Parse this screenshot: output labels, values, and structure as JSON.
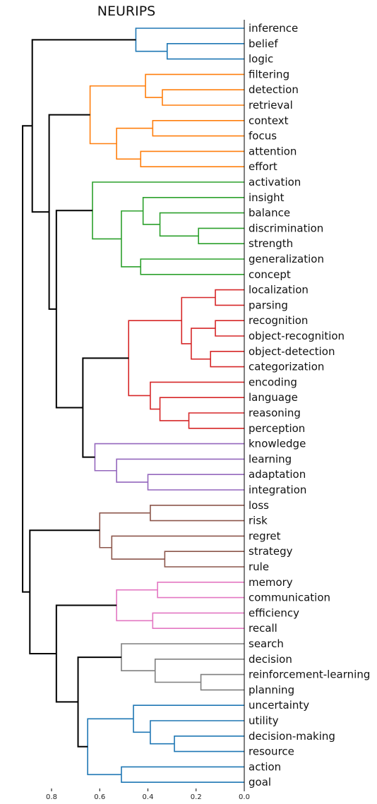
{
  "chart_data": {
    "type": "dendrogram",
    "title": "NEURIPS",
    "orientation": "left",
    "xlim": [
      0.88,
      0.0
    ],
    "xticks": [
      0.8,
      0.6,
      0.4,
      0.2,
      0.0
    ],
    "xtick_labels": [
      "0.8",
      "0.6",
      "0.4",
      "0.2",
      "0.0"
    ],
    "grid": false,
    "leaves": [
      "inference",
      "belief",
      "logic",
      "filtering",
      "detection",
      "retrieval",
      "context",
      "focus",
      "attention",
      "effort",
      "activation",
      "insight",
      "balance",
      "discrimination",
      "strength",
      "generalization",
      "concept",
      "localization",
      "parsing",
      "recognition",
      "object-recognition",
      "object-detection",
      "categorization",
      "encoding",
      "language",
      "reasoning",
      "perception",
      "knowledge",
      "learning",
      "adaptation",
      "integration",
      "loss",
      "risk",
      "regret",
      "strategy",
      "rule",
      "memory",
      "communication",
      "efficiency",
      "recall",
      "search",
      "decision",
      "reinforcement-learning",
      "planning",
      "uncertainty",
      "utility",
      "decision-making",
      "resource",
      "action",
      "goal"
    ],
    "colors": {
      "blue": "#1f77b4",
      "orange": "#ff7f0e",
      "green": "#2ca02c",
      "red": "#d62728",
      "purple": "#9467bd",
      "brown": "#8c564b",
      "pink": "#e377c2",
      "gray": "#7f7f7f",
      "link": "#000000"
    },
    "merges": [
      {
        "id": "m1",
        "a": "belief",
        "b": "logic",
        "h": 0.32,
        "color": "blue"
      },
      {
        "id": "m2",
        "a": "inference",
        "b": "m1",
        "h": 0.45,
        "color": "blue"
      },
      {
        "id": "m3",
        "a": "detection",
        "b": "retrieval",
        "h": 0.34,
        "color": "orange"
      },
      {
        "id": "m4",
        "a": "filtering",
        "b": "m3",
        "h": 0.41,
        "color": "orange"
      },
      {
        "id": "m5",
        "a": "context",
        "b": "focus",
        "h": 0.38,
        "color": "orange"
      },
      {
        "id": "m6",
        "a": "attention",
        "b": "effort",
        "h": 0.43,
        "color": "orange"
      },
      {
        "id": "m7",
        "a": "m5",
        "b": "m6",
        "h": 0.53,
        "color": "orange"
      },
      {
        "id": "m8",
        "a": "m4",
        "b": "m7",
        "h": 0.64,
        "color": "orange"
      },
      {
        "id": "m9",
        "a": "discrimination",
        "b": "strength",
        "h": 0.19,
        "color": "green"
      },
      {
        "id": "m10",
        "a": "balance",
        "b": "m9",
        "h": 0.35,
        "color": "green"
      },
      {
        "id": "m11",
        "a": "insight",
        "b": "m10",
        "h": 0.42,
        "color": "green"
      },
      {
        "id": "m12",
        "a": "generalization",
        "b": "concept",
        "h": 0.43,
        "color": "green"
      },
      {
        "id": "m13",
        "a": "m11",
        "b": "m12",
        "h": 0.51,
        "color": "green"
      },
      {
        "id": "m14",
        "a": "activation",
        "b": "m13",
        "h": 0.63,
        "color": "green"
      },
      {
        "id": "m15",
        "a": "localization",
        "b": "parsing",
        "h": 0.12,
        "color": "red"
      },
      {
        "id": "m16",
        "a": "recognition",
        "b": "object-recognition",
        "h": 0.12,
        "color": "red"
      },
      {
        "id": "m17",
        "a": "object-detection",
        "b": "categorization",
        "h": 0.14,
        "color": "red"
      },
      {
        "id": "m18",
        "a": "m16",
        "b": "m17",
        "h": 0.22,
        "color": "red"
      },
      {
        "id": "m19",
        "a": "m15",
        "b": "m18",
        "h": 0.26,
        "color": "red"
      },
      {
        "id": "m20",
        "a": "reasoning",
        "b": "perception",
        "h": 0.23,
        "color": "red"
      },
      {
        "id": "m21",
        "a": "language",
        "b": "m20",
        "h": 0.35,
        "color": "red"
      },
      {
        "id": "m22",
        "a": "encoding",
        "b": "m21",
        "h": 0.39,
        "color": "red"
      },
      {
        "id": "m23",
        "a": "m19",
        "b": "m22",
        "h": 0.48,
        "color": "red"
      },
      {
        "id": "m24",
        "a": "adaptation",
        "b": "integration",
        "h": 0.4,
        "color": "purple"
      },
      {
        "id": "m25",
        "a": "learning",
        "b": "m24",
        "h": 0.53,
        "color": "purple"
      },
      {
        "id": "m26",
        "a": "knowledge",
        "b": "m25",
        "h": 0.62,
        "color": "purple"
      },
      {
        "id": "m27",
        "a": "m23",
        "b": "m26",
        "h": 0.67,
        "color": "link"
      },
      {
        "id": "m28",
        "a": "m14",
        "b": "m27",
        "h": 0.78,
        "color": "link"
      },
      {
        "id": "m29",
        "a": "m8",
        "b": "m28",
        "h": 0.81,
        "color": "link"
      },
      {
        "id": "m30",
        "a": "m2",
        "b": "m29",
        "h": 0.88,
        "color": "link"
      },
      {
        "id": "m31",
        "a": "loss",
        "b": "risk",
        "h": 0.39,
        "color": "brown"
      },
      {
        "id": "m32",
        "a": "strategy",
        "b": "rule",
        "h": 0.33,
        "color": "brown"
      },
      {
        "id": "m33",
        "a": "regret",
        "b": "m32",
        "h": 0.55,
        "color": "brown"
      },
      {
        "id": "m34",
        "a": "m31",
        "b": "m33",
        "h": 0.6,
        "color": "brown"
      },
      {
        "id": "m35",
        "a": "memory",
        "b": "communication",
        "h": 0.36,
        "color": "pink"
      },
      {
        "id": "m36",
        "a": "efficiency",
        "b": "recall",
        "h": 0.38,
        "color": "pink"
      },
      {
        "id": "m37",
        "a": "m35",
        "b": "m36",
        "h": 0.53,
        "color": "pink"
      },
      {
        "id": "m38",
        "a": "reinforcement-learning",
        "b": "planning",
        "h": 0.18,
        "color": "gray"
      },
      {
        "id": "m39",
        "a": "decision",
        "b": "m38",
        "h": 0.37,
        "color": "gray"
      },
      {
        "id": "m40",
        "a": "search",
        "b": "m39",
        "h": 0.51,
        "color": "gray"
      },
      {
        "id": "m41",
        "a": "decision-making",
        "b": "resource",
        "h": 0.29,
        "color": "blue"
      },
      {
        "id": "m42",
        "a": "utility",
        "b": "m41",
        "h": 0.39,
        "color": "blue"
      },
      {
        "id": "m43",
        "a": "uncertainty",
        "b": "m42",
        "h": 0.46,
        "color": "blue"
      },
      {
        "id": "m44",
        "a": "action",
        "b": "goal",
        "h": 0.51,
        "color": "blue"
      },
      {
        "id": "m45",
        "a": "m43",
        "b": "m44",
        "h": 0.65,
        "color": "blue"
      },
      {
        "id": "m46",
        "a": "m40",
        "b": "m45",
        "h": 0.69,
        "color": "link"
      },
      {
        "id": "m47",
        "a": "m37",
        "b": "m46",
        "h": 0.78,
        "color": "link"
      },
      {
        "id": "m48",
        "a": "m34",
        "b": "m47",
        "h": 0.89,
        "color": "link"
      },
      {
        "id": "m49",
        "a": "m30",
        "b": "m48",
        "h": 0.92,
        "color": "link"
      }
    ]
  }
}
